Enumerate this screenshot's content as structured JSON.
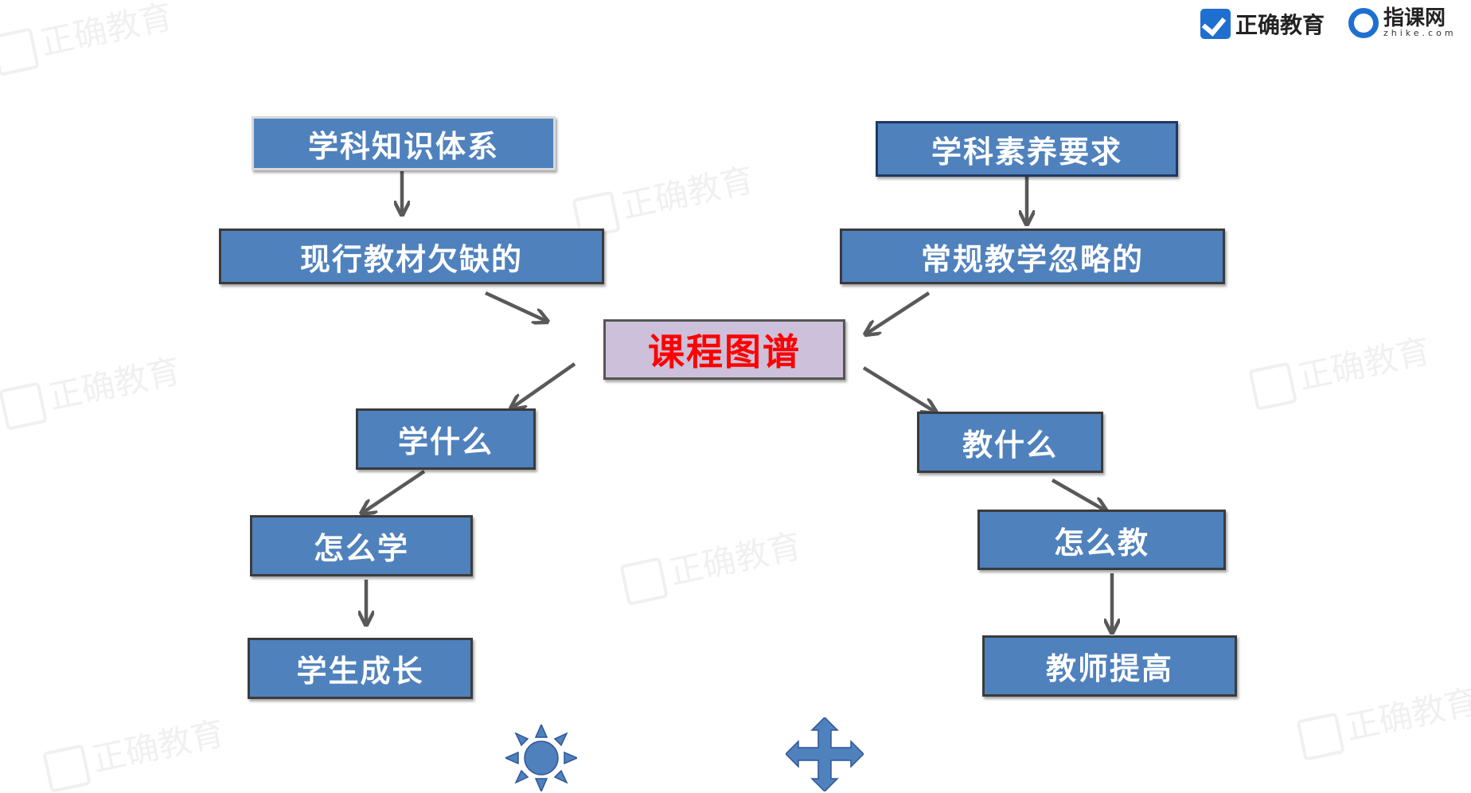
{
  "logos": {
    "left_text": "正确教育",
    "right_text": "指课网",
    "right_sub": "zhike.com"
  },
  "watermark_text": "正确教育",
  "nodes": {
    "knowledge": "学科知识体系",
    "literacy": "学科素养要求",
    "textbook_gap": "现行教材欠缺的",
    "teaching_ignored": "常规教学忽略的",
    "center": "课程图谱",
    "learn_what": "学什么",
    "teach_what": "教什么",
    "how_learn": "怎么学",
    "how_teach": "怎么教",
    "student_growth": "学生成长",
    "teacher_improve": "教师提高"
  },
  "colors": {
    "box_fill": "#4f81bd",
    "center_fill": "#ccc0da",
    "center_text": "#ff0000",
    "arrow": "#595959",
    "logo_blue": "#1f6fd1"
  }
}
